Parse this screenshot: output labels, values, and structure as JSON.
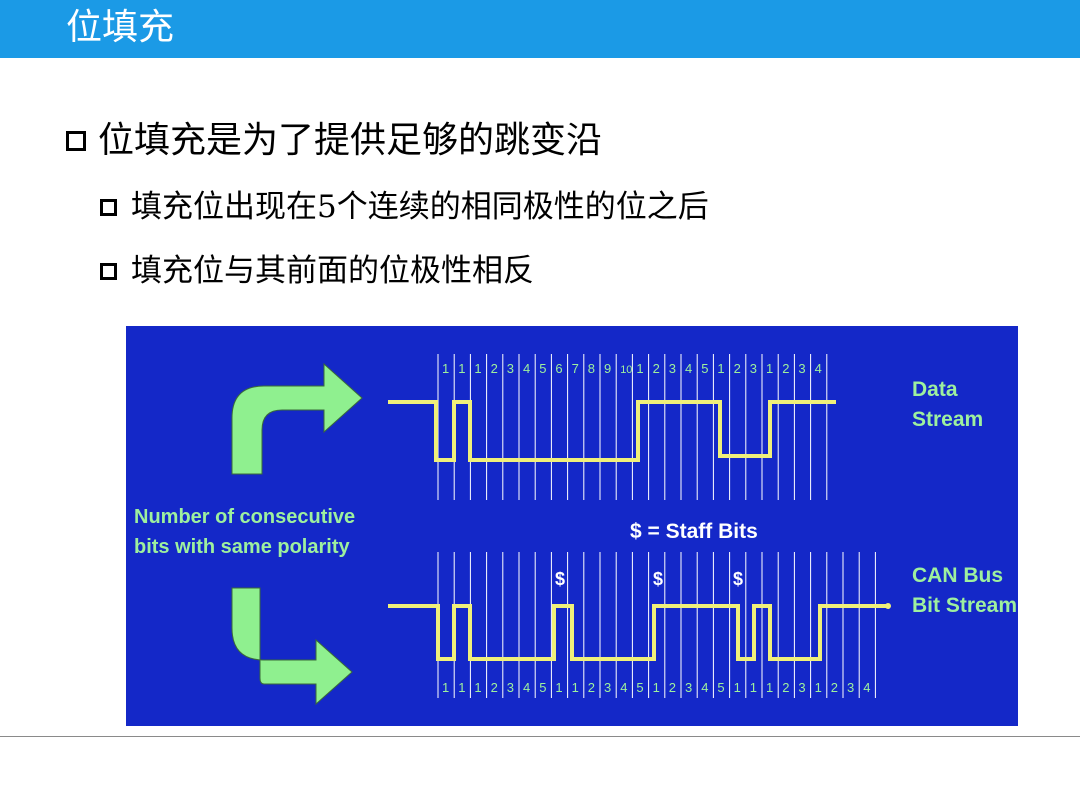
{
  "slide": {
    "title": "位填充",
    "bullets": [
      "位填充是为了提供足够的跳变沿",
      "填充位出现在5个连续的相同极性的位之后",
      "填充位与其前面的位极性相反"
    ]
  },
  "diagram": {
    "top_numbers": [
      "1",
      "1",
      "1",
      "2",
      "3",
      "4",
      "5",
      "6",
      "7",
      "8",
      "9",
      "10",
      "1",
      "2",
      "3",
      "4",
      "5",
      "1",
      "2",
      "3",
      "1",
      "2",
      "3",
      "4"
    ],
    "bottom_numbers": [
      "1",
      "1",
      "1",
      "2",
      "3",
      "4",
      "5",
      "1",
      "1",
      "2",
      "3",
      "4",
      "5",
      "1",
      "2",
      "3",
      "4",
      "5",
      "1",
      "1",
      "1",
      "2",
      "3",
      "1",
      "2",
      "3",
      "4"
    ],
    "labels": {
      "data_stream": [
        "Data",
        "Stream"
      ],
      "can_bus": [
        "CAN Bus",
        "Bit Stream"
      ],
      "staff_bits": "$ = Staff Bits",
      "consecutive": [
        "Number of consecutive",
        "bits with same polarity"
      ],
      "dollar": "$"
    },
    "colors": {
      "background": "#1428c8",
      "signal": "#f0f07a",
      "gridline": "#ffffff",
      "arrow": "#8ff08f",
      "number": "#9ef09e",
      "label": "#9ef09e"
    }
  }
}
